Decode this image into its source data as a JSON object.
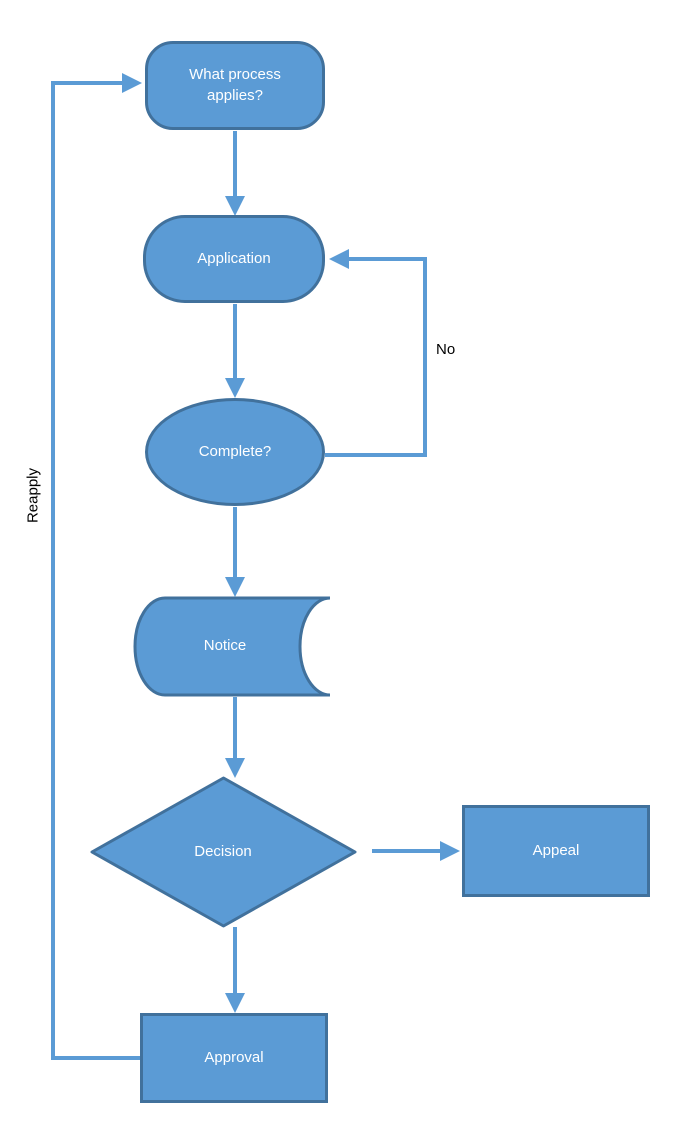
{
  "diagram": {
    "type": "flowchart",
    "colors": {
      "node_fill": "#5b9bd5",
      "node_border": "#41719c",
      "connector": "#5b9bd5",
      "node_label_text": "#ffffff",
      "edge_label_text": "#000000",
      "background": "#ffffff"
    },
    "nodes": [
      {
        "id": "what-process-applies",
        "shape": "rounded-rectangle",
        "label": "What process applies?"
      },
      {
        "id": "application",
        "shape": "stadium",
        "label": "Application"
      },
      {
        "id": "complete",
        "shape": "ellipse",
        "label": "Complete?"
      },
      {
        "id": "notice",
        "shape": "stored-data",
        "label": "Notice"
      },
      {
        "id": "decision",
        "shape": "diamond",
        "label": "Decision"
      },
      {
        "id": "appeal",
        "shape": "rectangle",
        "label": "Appeal"
      },
      {
        "id": "approval",
        "shape": "rectangle",
        "label": "Approval"
      }
    ],
    "edges": [
      {
        "from": "what-process-applies",
        "to": "application",
        "label": ""
      },
      {
        "from": "application",
        "to": "complete",
        "label": ""
      },
      {
        "from": "complete",
        "to": "application",
        "label": "No"
      },
      {
        "from": "complete",
        "to": "notice",
        "label": ""
      },
      {
        "from": "notice",
        "to": "decision",
        "label": ""
      },
      {
        "from": "decision",
        "to": "appeal",
        "label": ""
      },
      {
        "from": "decision",
        "to": "approval",
        "label": ""
      },
      {
        "from": "approval",
        "to": "what-process-applies",
        "label": "Reapply"
      }
    ]
  }
}
